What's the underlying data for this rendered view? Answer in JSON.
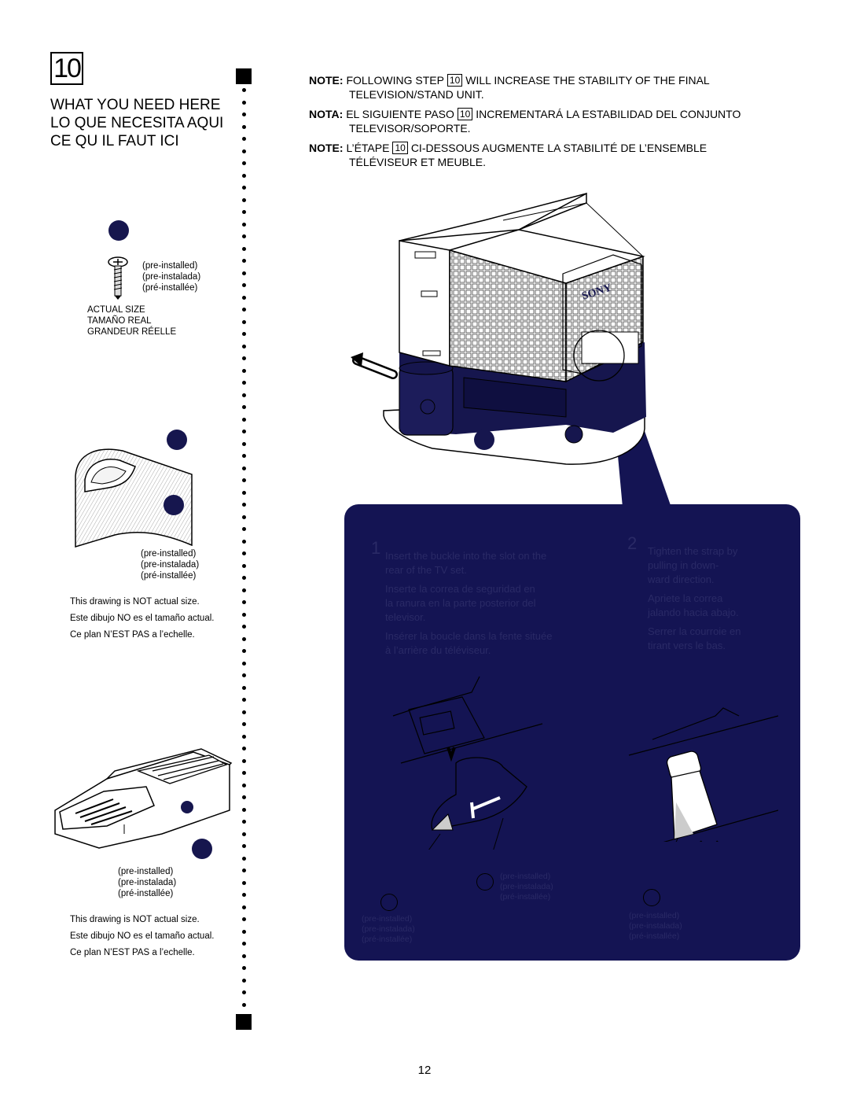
{
  "step": {
    "number": "10"
  },
  "heading": {
    "lines": [
      "WHAT YOU NEED HERE",
      "LO QUE NECESITA AQUI",
      "CE QU IL FAUT ICI"
    ]
  },
  "parts": {
    "screw": {
      "preinstalled": [
        "(pre-installed)",
        "(pre-instalada)",
        "(pré-installée)"
      ],
      "actual_size": [
        "ACTUAL SIZE",
        "TAMAÑO REAL",
        "GRANDEUR RÉELLE"
      ]
    },
    "strap": {
      "preinstalled": [
        "(pre-installed)",
        "(pre-instalada)",
        "(pré-installée)"
      ],
      "scale_note": [
        "This drawing is NOT actual size.",
        "Este dibujo NO es el tamaño actual.",
        "Ce plan N’EST PAS a l’echelle."
      ]
    },
    "buckle": {
      "preinstalled": [
        "(pre-installed)",
        "(pre-instalada)",
        "(pré-installée)"
      ],
      "scale_note": [
        "This drawing is NOT actual size.",
        "Este dibujo NO es el tamaño actual.",
        "Ce plan N’EST PAS a l’echelle."
      ]
    }
  },
  "notes": [
    {
      "label": "NOTE:",
      "before": "FOLLOWING STEP",
      "box": "10",
      "after": "WILL INCREASE THE STABILITY OF THE FINAL",
      "line2": "TELEVISION/STAND UNIT."
    },
    {
      "label": "NOTA:",
      "before": "EL SIGUIENTE PASO",
      "box": "10",
      "after": "INCREMENTARÁ LA ESTABILIDAD DEL CONJUNTO",
      "line2": "TELEVISOR/SOPORTE."
    },
    {
      "label": "NOTE:",
      "before": "L’ÉTAPE",
      "box": "10",
      "after": "CI-DESSOUS AUGMENTE LA STABILITÉ DE L’ENSEMBLE",
      "line2": "TÉLÉVISEUR ET MEUBLE."
    }
  ],
  "tv": {
    "brand": "SONY"
  },
  "panel": {
    "step1": {
      "num": "1",
      "lines": [
        "Insert the buckle into the slot on the",
        "rear of the TV set.",
        "Inserte la correa de seguridad en",
        "la ranura en la parte posterior del",
        "televisor.",
        "Insérer la boucle dans la fente située",
        "à l’arrière du téléviseur."
      ]
    },
    "step2": {
      "num": "2",
      "lines": [
        "Tighten the strap by",
        "pulling in down-",
        "ward direction.",
        "Apriete la correa",
        "jalando hacia abajo.",
        "Serrer la courroie en",
        "tirant vers le bas."
      ]
    },
    "tags_left": [
      "(pre-installed)",
      "(pre-instalada)",
      "(pré-installée)"
    ],
    "tags_mid": [
      "(pre-installed)",
      "(pre-instalada)",
      "(pré-installée)"
    ],
    "tags_right": [
      "(pre-installed)",
      "(pre-instalada)",
      "(pré-installée)"
    ]
  },
  "page": {
    "number": "12"
  }
}
